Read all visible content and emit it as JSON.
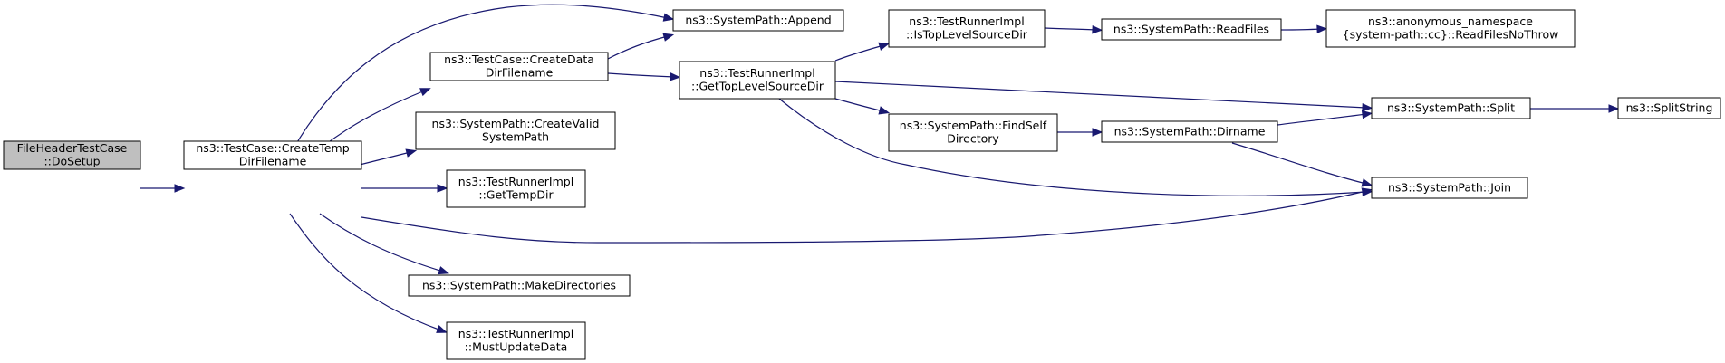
{
  "diagram": {
    "type": "call-graph",
    "colors": {
      "edge": "#191970",
      "root_fill": "#bfbfbf",
      "node_fill": "#ffffff",
      "border": "#000000"
    },
    "nodes": [
      {
        "id": "dosetup",
        "lines": [
          "FileHeaderTestCase",
          "::DoSetup"
        ],
        "root": true
      },
      {
        "id": "createtemp",
        "lines": [
          "ns3::TestCase::CreateTemp",
          "DirFilename"
        ]
      },
      {
        "id": "append",
        "lines": [
          "ns3::SystemPath::Append"
        ]
      },
      {
        "id": "createdata",
        "lines": [
          "ns3::TestCase::CreateData",
          "DirFilename"
        ]
      },
      {
        "id": "createvalid",
        "lines": [
          "ns3::SystemPath::CreateValid",
          "SystemPath"
        ]
      },
      {
        "id": "gettempdir",
        "lines": [
          "ns3::TestRunnerImpl",
          "::GetTempDir"
        ]
      },
      {
        "id": "makedirs",
        "lines": [
          "ns3::SystemPath::MakeDirectories"
        ]
      },
      {
        "id": "mustupdate",
        "lines": [
          "ns3::TestRunnerImpl",
          "::MustUpdateData"
        ]
      },
      {
        "id": "gettoplevel",
        "lines": [
          "ns3::TestRunnerImpl",
          "::GetTopLevelSourceDir"
        ]
      },
      {
        "id": "istoplevel",
        "lines": [
          "ns3::TestRunnerImpl",
          "::IsTopLevelSourceDir"
        ]
      },
      {
        "id": "findself",
        "lines": [
          "ns3::SystemPath::FindSelf",
          "Directory"
        ]
      },
      {
        "id": "readfiles",
        "lines": [
          "ns3::SystemPath::ReadFiles"
        ]
      },
      {
        "id": "dirname",
        "lines": [
          "ns3::SystemPath::Dirname"
        ]
      },
      {
        "id": "readfilesnothrow",
        "lines": [
          "ns3::anonymous_namespace",
          "{system-path::cc}::ReadFilesNoThrow"
        ]
      },
      {
        "id": "split",
        "lines": [
          "ns3::SystemPath::Split"
        ]
      },
      {
        "id": "join",
        "lines": [
          "ns3::SystemPath::Join"
        ]
      },
      {
        "id": "splitstring",
        "lines": [
          "ns3::SplitString"
        ]
      }
    ],
    "edges": [
      [
        "dosetup",
        "createtemp"
      ],
      [
        "createtemp",
        "append"
      ],
      [
        "createtemp",
        "createdata"
      ],
      [
        "createtemp",
        "createvalid"
      ],
      [
        "createtemp",
        "gettempdir"
      ],
      [
        "createtemp",
        "makedirs"
      ],
      [
        "createtemp",
        "mustupdate"
      ],
      [
        "createtemp",
        "join"
      ],
      [
        "createdata",
        "append"
      ],
      [
        "createdata",
        "gettoplevel"
      ],
      [
        "gettoplevel",
        "istoplevel"
      ],
      [
        "gettoplevel",
        "findself"
      ],
      [
        "gettoplevel",
        "split"
      ],
      [
        "gettoplevel",
        "join"
      ],
      [
        "istoplevel",
        "readfiles"
      ],
      [
        "readfiles",
        "readfilesnothrow"
      ],
      [
        "findself",
        "dirname"
      ],
      [
        "dirname",
        "split"
      ],
      [
        "dirname",
        "join"
      ],
      [
        "split",
        "splitstring"
      ]
    ]
  }
}
